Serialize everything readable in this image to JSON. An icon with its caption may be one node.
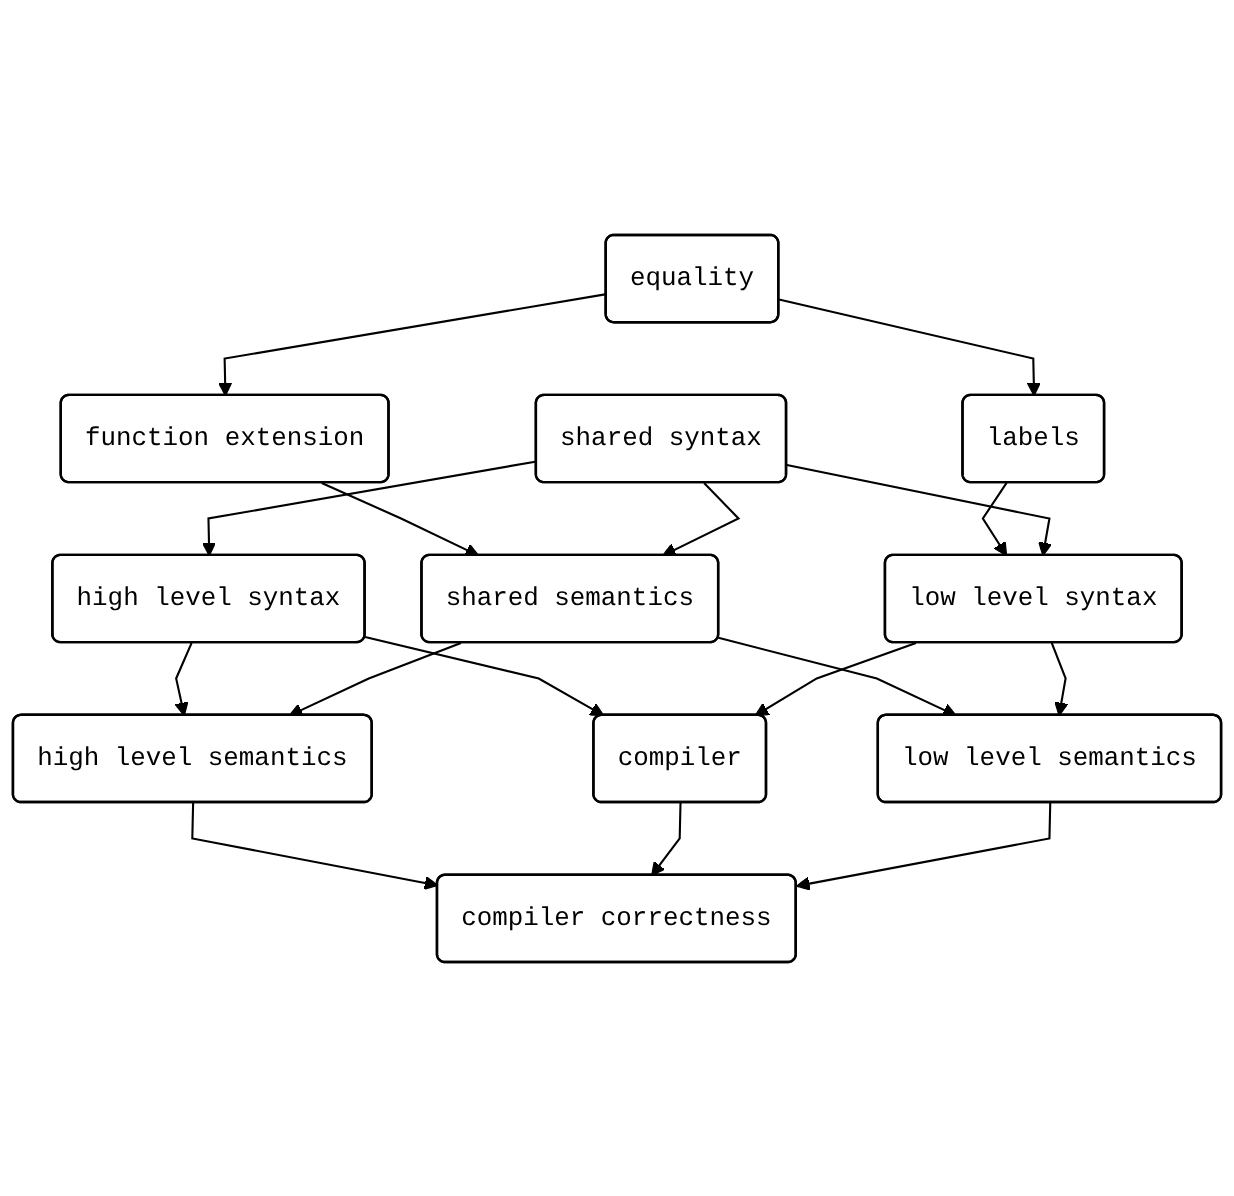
{
  "diagram": {
    "nodes": [
      {
        "text": [
          "equality"
        ]
      },
      {
        "text": [
          "labels"
        ]
      },
      {
        "text": [
          "function extension"
        ]
      },
      {
        "text": [
          "shared syntax"
        ]
      },
      {
        "text": [
          "high level syntax"
        ]
      },
      {
        "text": [
          "shared semantics"
        ]
      },
      {
        "text": [
          "low level syntax"
        ]
      },
      {
        "text": [
          "high level semantics"
        ]
      },
      {
        "text": [
          "compiler"
        ]
      },
      {
        "text": [
          "low level semantics"
        ]
      },
      {
        "text": [
          "compiler correctness"
        ]
      }
    ],
    "edges": [
      {
        "from": 0,
        "to": 1,
        "arrow": "to"
      },
      {
        "from": 0,
        "to": 2,
        "arrow": "to"
      },
      {
        "from": 1,
        "to": 6,
        "arrow": "to"
      },
      {
        "from": 2,
        "to": 5,
        "arrow": "to"
      },
      {
        "from": 3,
        "to": 4,
        "arrow": "to"
      },
      {
        "from": 3,
        "to": 5,
        "arrow": "to"
      },
      {
        "from": 3,
        "to": 6,
        "arrow": "to"
      },
      {
        "from": 4,
        "to": 7,
        "arrow": "to"
      },
      {
        "from": 4,
        "to": 8,
        "arrow": "to"
      },
      {
        "from": 5,
        "to": 7,
        "arrow": "to"
      },
      {
        "from": 5,
        "to": 9,
        "arrow": "to"
      },
      {
        "from": 6,
        "to": 8,
        "arrow": "to"
      },
      {
        "from": 6,
        "to": 9,
        "arrow": "to"
      },
      {
        "from": 7,
        "to": 10,
        "arrow": "to"
      },
      {
        "from": 8,
        "to": 10,
        "arrow": "to"
      },
      {
        "from": 9,
        "to": 10,
        "arrow": "to"
      }
    ]
  }
}
